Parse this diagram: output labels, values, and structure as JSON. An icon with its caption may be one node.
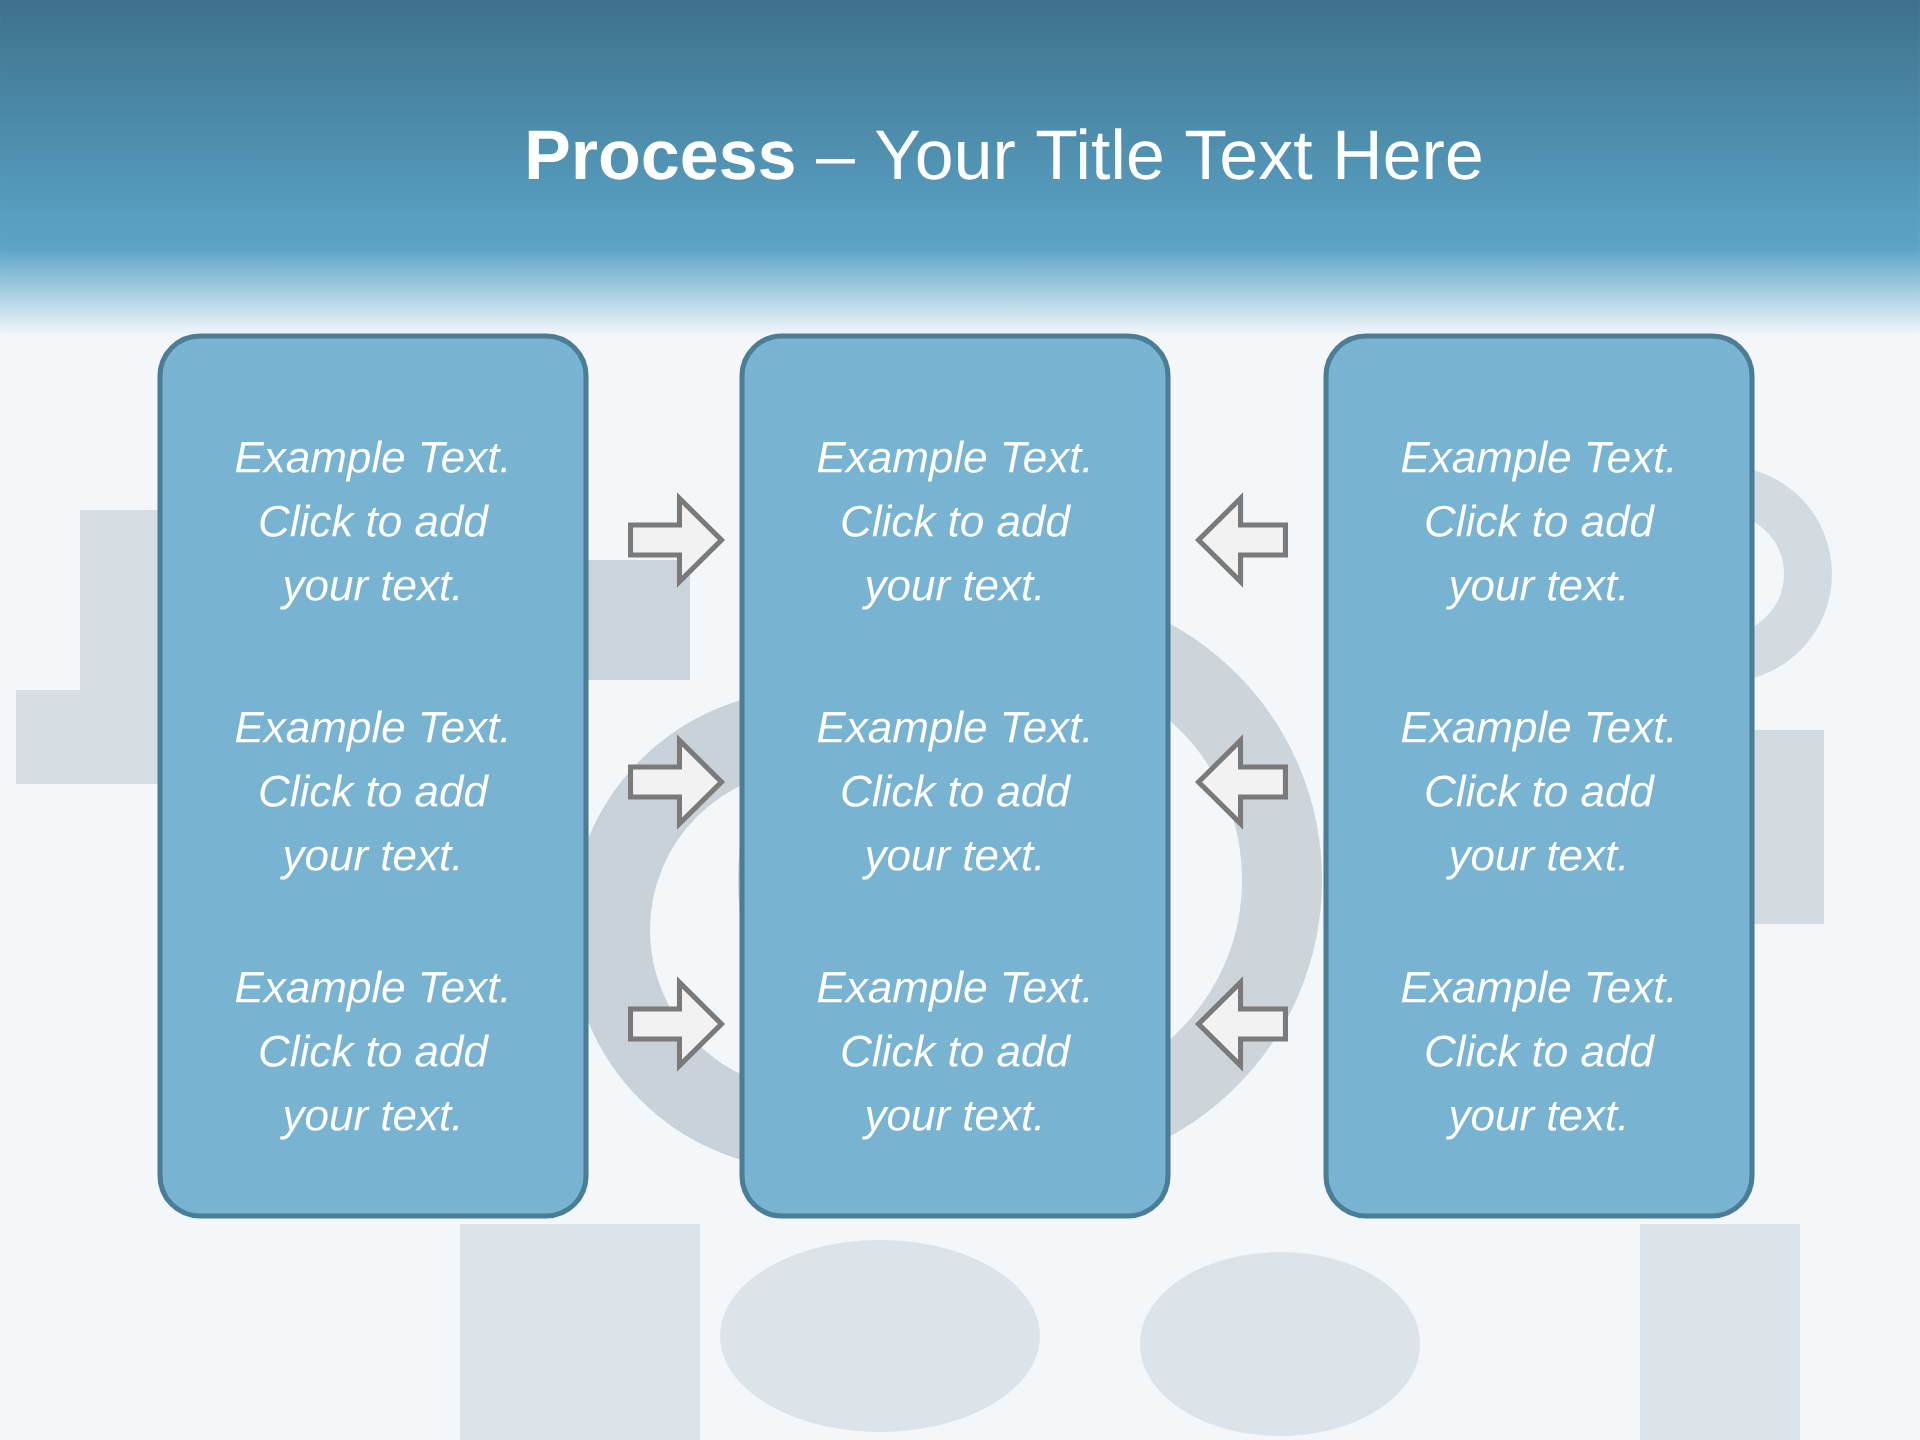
{
  "diagram": {
    "title": "**Process** – Your Title Text Here",
    "nodes": [
      {
        "text": [
          "Example Text. Click to add your text.",
          "Example Text. Click to add your text.",
          "Example Text. Click to add your text."
        ]
      },
      {
        "text": [
          "Example Text. Click to add your text.",
          "Example Text. Click to add your text.",
          "Example Text. Click to add your text."
        ]
      },
      {
        "text": [
          "Example Text. Click to add your text.",
          "Example Text. Click to add your text.",
          "Example Text. Click to add your text."
        ]
      }
    ],
    "edges": [
      {
        "from": 0,
        "to": 1,
        "arrow": "to"
      },
      {
        "from": 0,
        "to": 1,
        "arrow": "to"
      },
      {
        "from": 0,
        "to": 1,
        "arrow": "to"
      },
      {
        "from": 2,
        "to": 1,
        "arrow": "to"
      },
      {
        "from": 2,
        "to": 1,
        "arrow": "to"
      },
      {
        "from": 2,
        "to": 1,
        "arrow": "to"
      }
    ]
  }
}
